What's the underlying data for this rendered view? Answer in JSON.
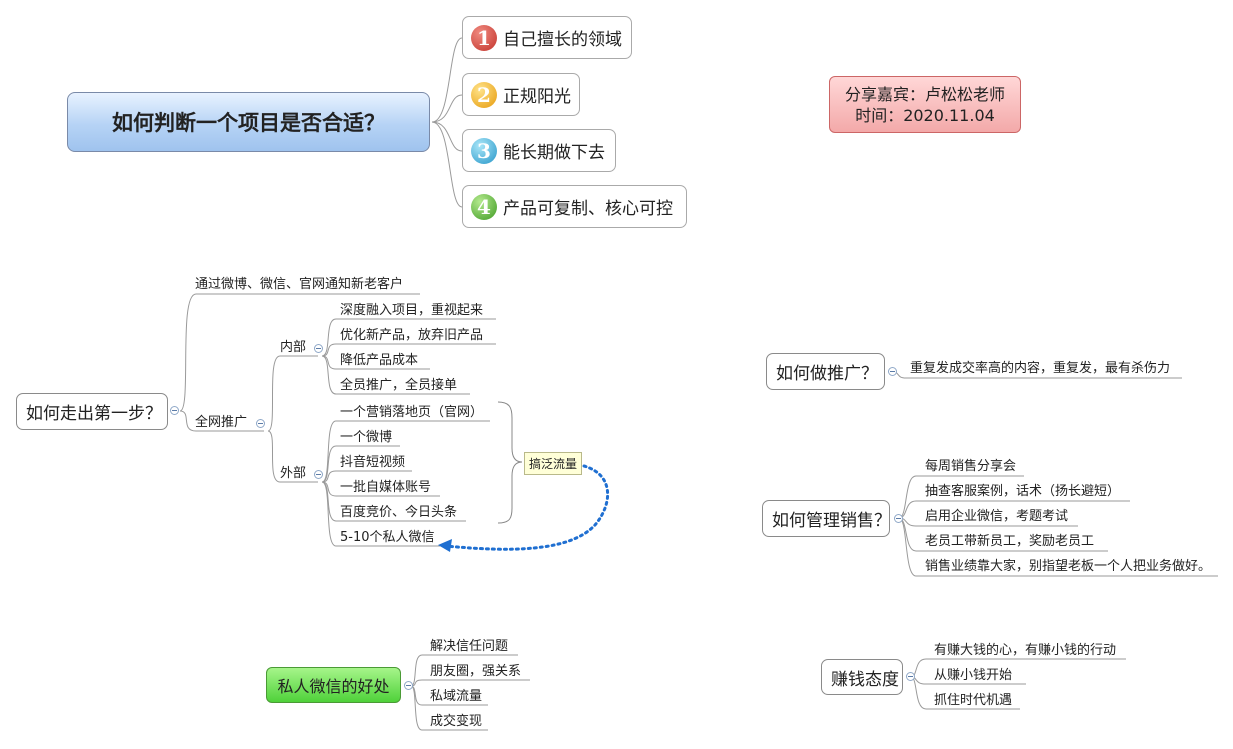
{
  "main_topic": "如何判断一个项目是否合适？",
  "criteria": [
    {
      "num": "1",
      "label": "自己擅长的领域",
      "color": "#d7433a"
    },
    {
      "num": "2",
      "label": "正规阳光",
      "color": "#f2b21b"
    },
    {
      "num": "3",
      "label": "能长期做下去",
      "color": "#3aa9d8"
    },
    {
      "num": "4",
      "label": "产品可复制、核心可控",
      "color": "#5aac35"
    }
  ],
  "guest": {
    "line1": "分享嘉宾：卢松松老师",
    "line2": "时间：2020.11.04"
  },
  "first_step": {
    "title": "如何走出第一步？",
    "notify": "通过微博、微信、官网通知新老客户",
    "network": "全网推广",
    "internal": {
      "label": "内部",
      "items": [
        "深度融入项目，重视起来",
        "优化新产品，放弃旧产品",
        "降低产品成本",
        "全员推广，全员接单"
      ]
    },
    "external": {
      "label": "外部",
      "items": [
        "一个营销落地页（官网）",
        "一个微博",
        "抖音短视频",
        "一批自媒体账号",
        "百度竞价、今日头条",
        "5-10个私人微信"
      ]
    },
    "traffic_tag": "搞泛流量"
  },
  "promotion": {
    "title": "如何做推广？",
    "item": "重复发成交率高的内容，重复发，最有杀伤力"
  },
  "sales": {
    "title": "如何管理销售？",
    "items": [
      "每周销售分享会",
      "抽查客服案例，话术（扬长避短）",
      "启用企业微信，考题考试",
      "老员工带新员工，奖励老员工",
      "销售业绩靠大家，别指望老板一个人把业务做好。"
    ]
  },
  "wechat": {
    "title": "私人微信的好处",
    "items": [
      "解决信任问题",
      "朋友圈，强关系",
      "私域流量",
      "成交变现"
    ]
  },
  "money": {
    "title": "赚钱态度",
    "items": [
      "有赚大钱的心，有赚小钱的行动",
      "从赚小钱开始",
      "抓住时代机遇"
    ]
  },
  "colors": {
    "main_fill": "#b6d3f5",
    "guest_fill": "#f3a9a9",
    "wechat_fill": "#4fd13a",
    "dotted_arrow": "#1f6fd1"
  }
}
